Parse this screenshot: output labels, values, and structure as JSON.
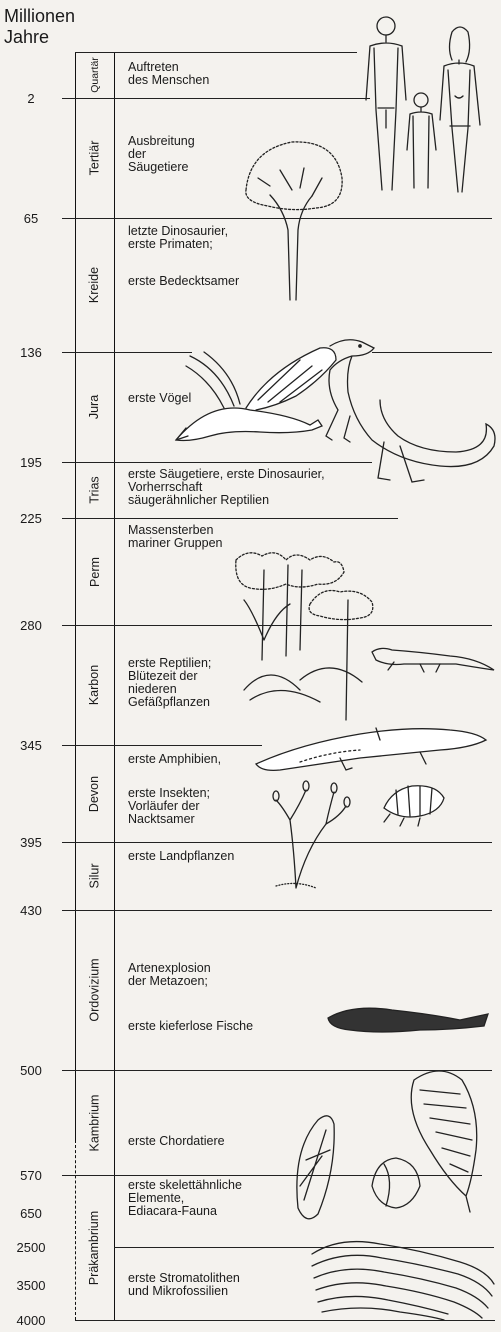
{
  "title": "Millionen\nJahre",
  "years": [
    "2",
    "65",
    "136",
    "195",
    "225",
    "280",
    "345",
    "395",
    "430",
    "500",
    "570",
    "650",
    "2500",
    "3500",
    "4000"
  ],
  "periods": {
    "quartaer": "Quartär",
    "tertiaer": "Tertiär",
    "kreide": "Kreide",
    "jura": "Jura",
    "trias": "Trias",
    "perm": "Perm",
    "karbon": "Karbon",
    "devon": "Devon",
    "silur": "Silur",
    "ordovizium": "Ordovizium",
    "kambrium": "Kambrium",
    "praekambrium": "Präkambrium"
  },
  "events": {
    "quartaer": "Auftreten\ndes Menschen",
    "tertiaer": "Ausbreitung\nder\nSäugetiere",
    "kreide_1": "letzte Dinosaurier,\nerste Primaten;",
    "kreide_2": "erste Bedecktsamer",
    "jura": "erste Vögel",
    "trias": "erste Säugetiere, erste Dinosaurier,\nVorherrschaft\nsäugerähnlicher Reptilien",
    "perm": "Massensterben\nmariner Gruppen",
    "karbon": "erste Reptilien;\nBlütezeit der\nniederen\nGefäßpflanzen",
    "devon_1": "erste Amphibien,",
    "devon_2": "erste Insekten;\nVorläufer der\nNacktsamer",
    "silur": "erste Landpflanzen",
    "ordovizium_1": "Artenexplosion\nder Metazoen;",
    "ordovizium_2": "erste kieferlose Fische",
    "kambrium": "erste Chordatiere",
    "praekambrium_1": "erste skelettähnliche\nElemente,\nEdiacara-Fauna",
    "praekambrium_2": "erste Stromatolithen\nund Mikrofossilien"
  }
}
